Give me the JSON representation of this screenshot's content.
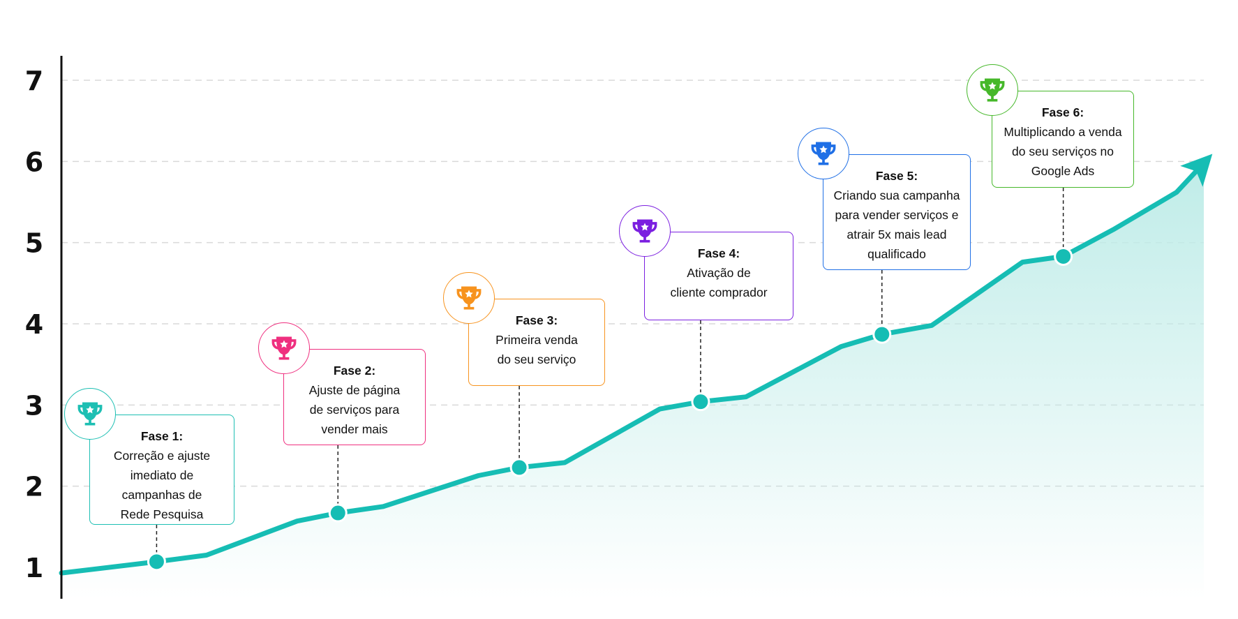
{
  "chart_data": {
    "type": "area",
    "title": "",
    "xlabel": "",
    "ylabel": "",
    "ylim": [
      0.6,
      7.2
    ],
    "y_ticks": [
      "1",
      "2",
      "3",
      "4",
      "5",
      "6",
      "7"
    ],
    "y_tick_values": [
      1,
      2,
      3,
      4,
      5,
      6,
      7
    ],
    "grid": "horizontal-dashed",
    "series": [
      {
        "values": [
          0.93,
          1.07,
          1.15,
          1.57,
          1.67,
          1.75,
          2.13,
          2.23,
          2.29,
          2.95,
          3.04,
          3.1,
          3.72,
          3.87,
          3.98,
          4.76,
          4.83,
          5.16,
          5.62,
          5.98
        ],
        "x": [
          0,
          1.05,
          1.6,
          2.6,
          3.05,
          3.55,
          4.6,
          5.05,
          5.55,
          6.6,
          7.05,
          7.55,
          8.6,
          9.05,
          9.6,
          10.6,
          11.05,
          11.6,
          12.3,
          12.6
        ]
      }
    ],
    "milestones": [
      {
        "x": 1.05,
        "y": 1.07,
        "color": "#1dbfb3",
        "title": "Fase 1:",
        "lines": [
          "Correção e ajuste",
          "imediato de",
          "campanhas de",
          "Rede Pesquisa"
        ]
      },
      {
        "x": 3.05,
        "y": 1.67,
        "color": "#ef2f7f",
        "title": "Fase 2:",
        "lines": [
          "Ajuste de página",
          "de serviços para",
          "vender mais"
        ]
      },
      {
        "x": 5.05,
        "y": 2.23,
        "color": "#f7931e",
        "title": "Fase 3:",
        "lines": [
          "Primeira venda",
          "do seu serviço"
        ]
      },
      {
        "x": 7.05,
        "y": 3.04,
        "color": "#7b1fe0",
        "title": "Fase 4:",
        "lines": [
          "Ativação de",
          "cliente comprador"
        ]
      },
      {
        "x": 9.05,
        "y": 3.87,
        "color": "#1f6fe6",
        "title": "Fase 5:",
        "lines": [
          "Criando sua campanha",
          "para vender serviços e",
          "atrair 5x mais lead",
          "qualificado"
        ]
      },
      {
        "x": 11.05,
        "y": 4.83,
        "color": "#46b82a",
        "title": "Fase 6:",
        "lines": [
          "Multiplicando a venda",
          "do seu serviços no",
          "Google Ads"
        ]
      }
    ],
    "colors": {
      "line": "#16bdb4",
      "area": "#bfece8",
      "grid": "#d9d9d9",
      "axis": "#111111"
    },
    "icons": {
      "milestone": "trophy-icon",
      "end": "arrow-head-icon"
    }
  }
}
